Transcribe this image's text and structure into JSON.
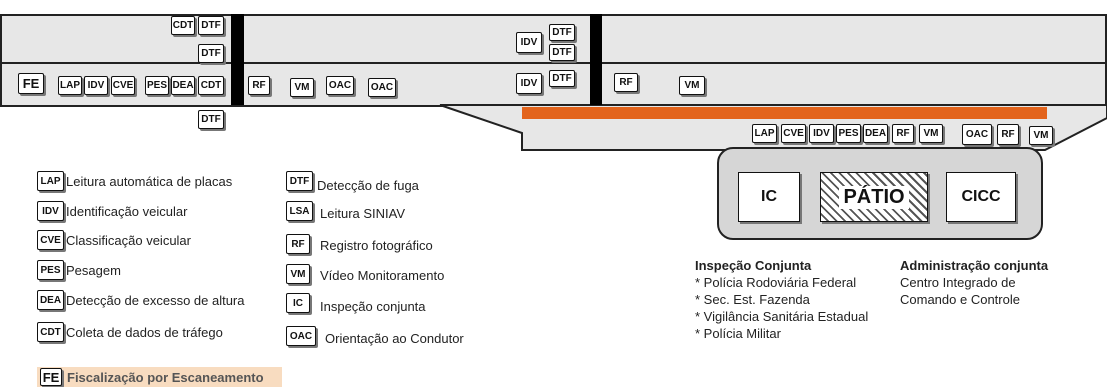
{
  "road_labels": {
    "fe": "FE",
    "lap": "LAP",
    "idv": "IDV",
    "cve": "CVE",
    "pes": "PES",
    "dea": "DEA",
    "cdt": "CDT",
    "dtf": "DTF",
    "rf": "RF",
    "vm": "VM",
    "oac": "OAC"
  },
  "patio": {
    "ic": "IC",
    "patio": "PÁTIO",
    "cicc": "CICC"
  },
  "legend": [
    {
      "code": "LAP",
      "text": "Leitura automática de placas"
    },
    {
      "code": "IDV",
      "text": "Identificação veicular"
    },
    {
      "code": "CVE",
      "text": "Classificação veicular"
    },
    {
      "code": "PES",
      "text": "Pesagem"
    },
    {
      "code": "DEA",
      "text": "Detecção de excesso de altura"
    },
    {
      "code": "CDT",
      "text": "Coleta de dados de tráfego"
    },
    {
      "code": "DTF",
      "text": "Detecção de fuga"
    },
    {
      "code": "LSA",
      "text": "Leitura SINIAV"
    },
    {
      "code": "RF",
      "text": "Registro fotográfico"
    },
    {
      "code": "VM",
      "text": "Vídeo Monitoramento"
    },
    {
      "code": "IC",
      "text": "Inspeção conjunta"
    },
    {
      "code": "OAC",
      "text": "Orientação ao Condutor"
    },
    {
      "code": "FE",
      "text": "Fiscalização por Escaneamento"
    }
  ],
  "inspecao": {
    "title": "Inspeção  Conjunta",
    "items": [
      "* Polícia Rodoviária  Federal",
      "* Sec. Est. Fazenda",
      "* Vigilância Sanitária Estadual",
      "* Polícia Militar"
    ]
  },
  "administracao": {
    "title": "Administração conjunta",
    "lines": [
      "Centro Integrado de",
      "Comando e Controle"
    ]
  },
  "colors": {
    "road": "#e7e7e7",
    "barrier": "#000000",
    "lane_accent": "#e3641c",
    "fe_highlight": "#f8dcc0"
  }
}
